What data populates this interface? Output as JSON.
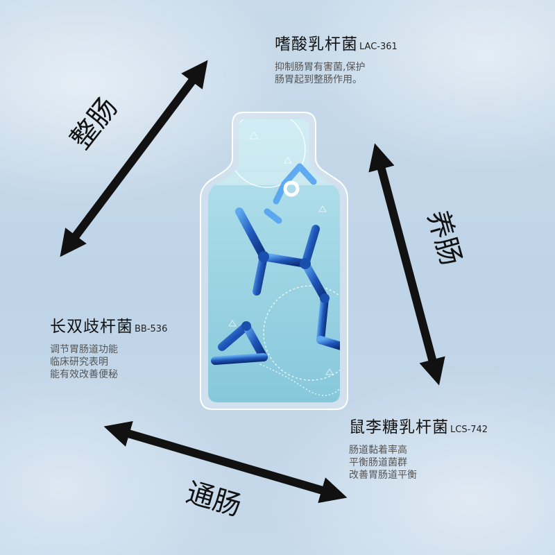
{
  "strains": {
    "top": {
      "name": "嗜酸乳杆菌",
      "code": "LAC-361",
      "desc": [
        "抑制肠胃有害菌,保护",
        "肠胃起到整肠作用。"
      ]
    },
    "left": {
      "name": "长双歧杆菌",
      "code": "BB-536",
      "desc": [
        "调节胃肠道功能",
        "临床研究表明",
        "能有效改善便秘"
      ]
    },
    "right": {
      "name": "鼠李糖乳杆菌",
      "code": "LCS-742",
      "desc": [
        "肠道黏着率高",
        "平衡肠道菌群",
        "改善胃肠道平衡"
      ]
    }
  },
  "benefits": {
    "top_left": "整肠",
    "right": "养肠",
    "bottom": "通肠"
  },
  "colors": {
    "arrow": "#111111",
    "liquid": "#8fcfe0",
    "molecule": "#1e56b8"
  }
}
